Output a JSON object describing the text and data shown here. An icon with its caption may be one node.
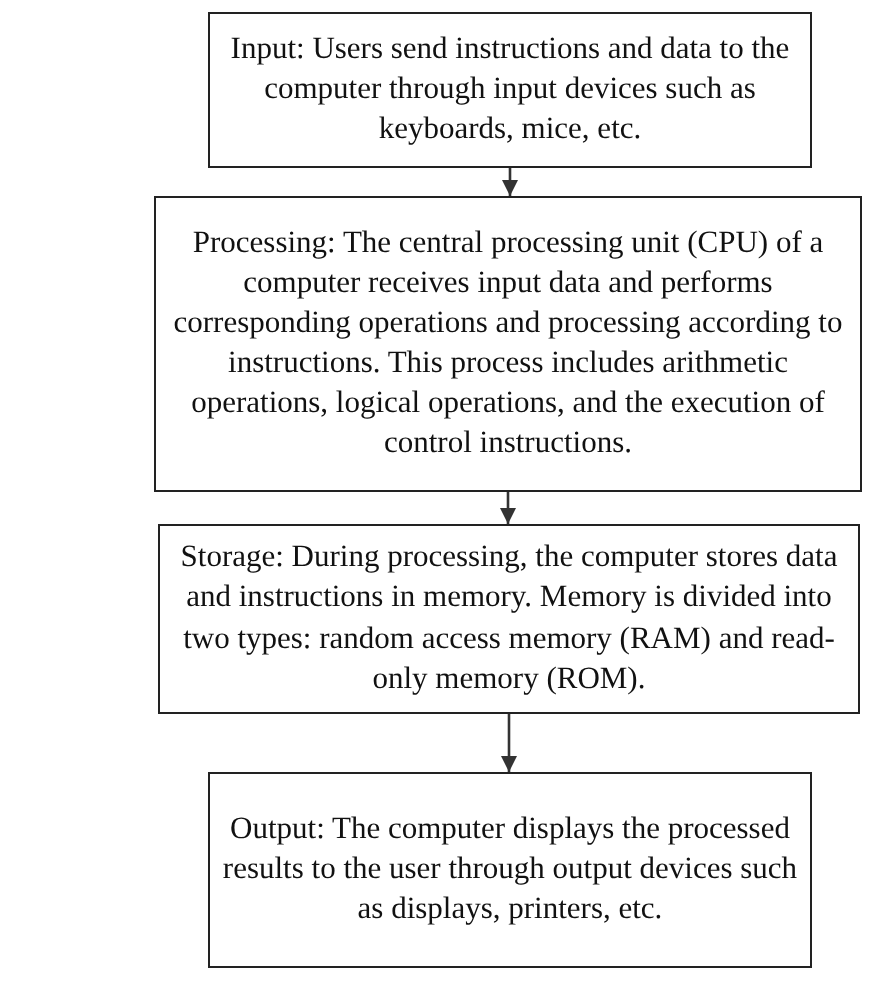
{
  "diagram": {
    "nodes": [
      {
        "text": [
          "Input: Users send instructions and data to the computer through input devices such as keyboards, mice, etc."
        ]
      },
      {
        "text": [
          "Processing: The central processing unit (CPU) of a computer receives input data and performs corresponding operations and processing according to instructions. This process includes arithmetic operations, logical operations, and the execution of control instructions."
        ]
      },
      {
        "text": [
          "Storage: During processing, the computer stores data and instructions in memory. Memory is divided into two types: random access memory (RAM) and read-only memory (ROM)."
        ]
      },
      {
        "text": [
          "Output: The computer displays the processed results to the user through output devices such as displays, printers, etc."
        ]
      }
    ],
    "edges": [
      {
        "from": 0,
        "to": 1,
        "arrow": "to"
      },
      {
        "from": 1,
        "to": 2,
        "arrow": "to"
      },
      {
        "from": 2,
        "to": 3,
        "arrow": "to"
      }
    ]
  }
}
